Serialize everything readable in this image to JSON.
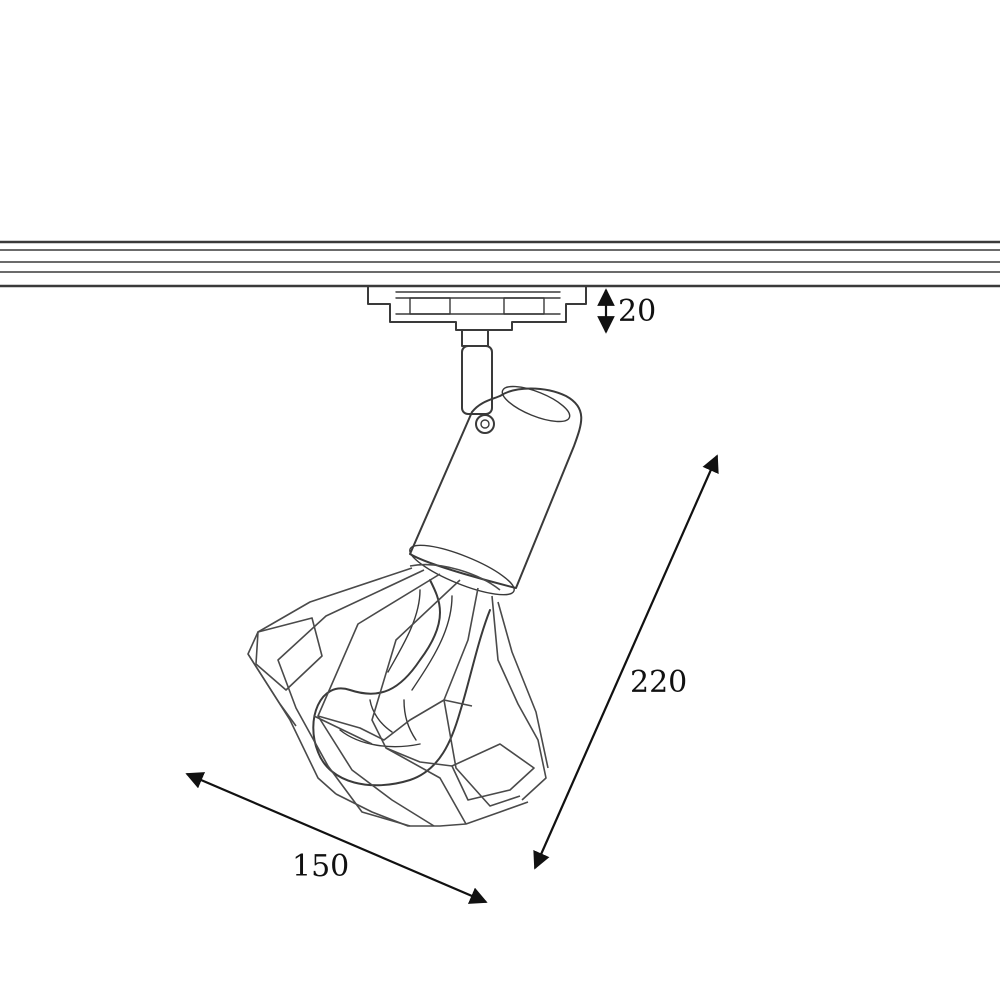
{
  "dimensions": {
    "adapter_height": "20",
    "fixture_length": "220",
    "cage_width": "150"
  },
  "colors": {
    "background": "#ffffff",
    "line": "#3a3a3a",
    "dimension": "#111111"
  }
}
